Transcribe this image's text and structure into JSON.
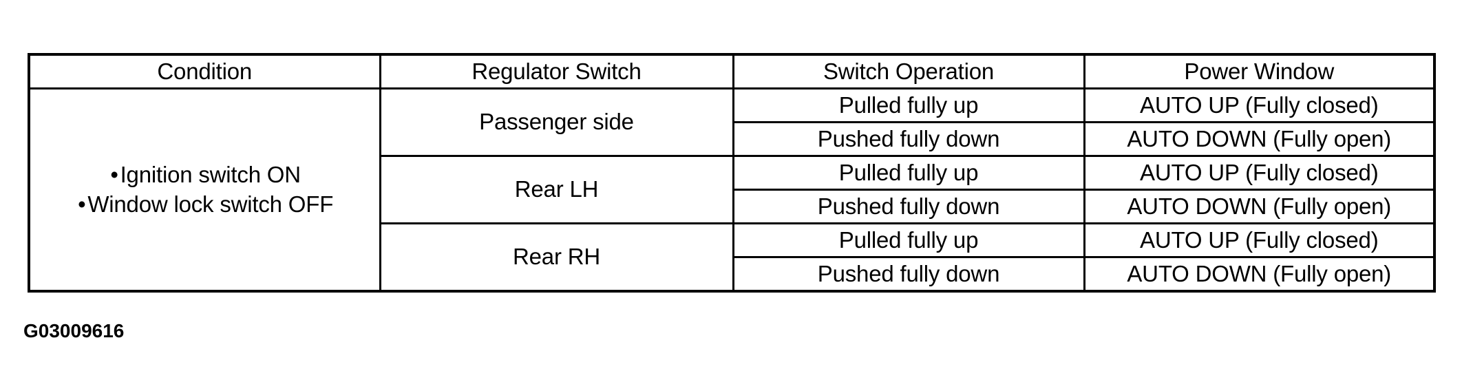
{
  "table": {
    "headers": [
      "Condition",
      "Regulator Switch",
      "Switch Operation",
      "Power Window"
    ],
    "condition": {
      "bullet_marker": "•",
      "lines": [
        "Ignition switch ON",
        "Window lock switch OFF"
      ]
    },
    "groups": [
      {
        "regulator_switch": "Passenger side",
        "rows": [
          {
            "switch_operation": "Pulled fully up",
            "power_window": "AUTO UP (Fully closed)"
          },
          {
            "switch_operation": "Pushed fully down",
            "power_window": "AUTO DOWN (Fully open)"
          }
        ]
      },
      {
        "regulator_switch": "Rear LH",
        "rows": [
          {
            "switch_operation": "Pulled fully up",
            "power_window": "AUTO UP (Fully closed)"
          },
          {
            "switch_operation": "Pushed fully down",
            "power_window": "AUTO DOWN (Fully open)"
          }
        ]
      },
      {
        "regulator_switch": "Rear RH",
        "rows": [
          {
            "switch_operation": "Pulled fully up",
            "power_window": "AUTO UP (Fully closed)"
          },
          {
            "switch_operation": "Pushed fully down",
            "power_window": "AUTO DOWN (Fully open)"
          }
        ]
      }
    ]
  },
  "caption": "G03009616",
  "colors": {
    "background": "#ffffff",
    "text": "#000000",
    "border": "#000000"
  }
}
